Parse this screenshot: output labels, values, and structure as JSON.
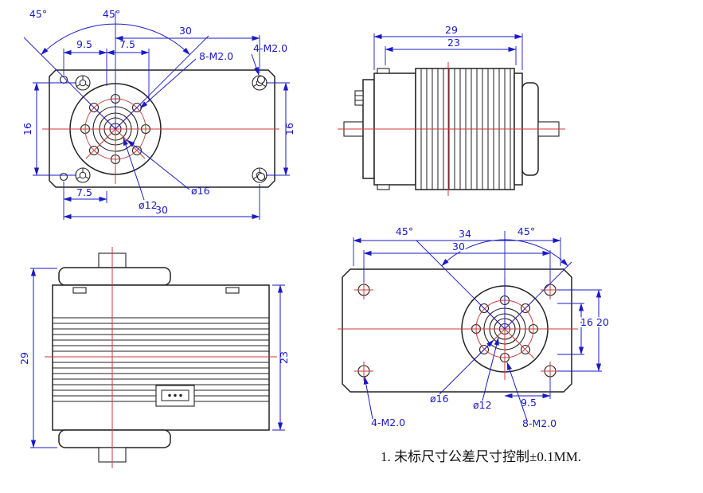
{
  "note": "1. 未标尺寸公差尺寸控制±0.1MM.",
  "colors": {
    "dimension_blue": "#1a1ac8",
    "centerline_red": "#cc3a3a",
    "outline_black": "#222222"
  },
  "front_view": {
    "angle_left": "45°",
    "angle_right": "45°",
    "dim_width_top": "30",
    "dim_9_5_top": "9.5",
    "dim_7_5_top": "7.5",
    "callout_8_m2": "8-M2.0",
    "callout_4_m2": "4-M2.0",
    "dim_16_left": "16",
    "dim_16_right": "16",
    "dim_7_5_bottom": "7.5",
    "dia_12": "ø12",
    "dia_16": "ø16",
    "dim_width_bottom": "30"
  },
  "side_view": {
    "dim_29": "29",
    "dim_23": "23"
  },
  "top_view": {
    "dim_29": "29",
    "dim_23": "23"
  },
  "back_view": {
    "angle_left": "45°",
    "angle_right": "45°",
    "dim_34": "34",
    "dim_30": "30",
    "dim_16": "16",
    "dim_20": "20",
    "dia_16": "ø16",
    "dia_12": "ø12",
    "dim_9_5": "9.5",
    "callout_4_m2": "4-M2.0",
    "callout_8_m2": "8-M2.0"
  }
}
